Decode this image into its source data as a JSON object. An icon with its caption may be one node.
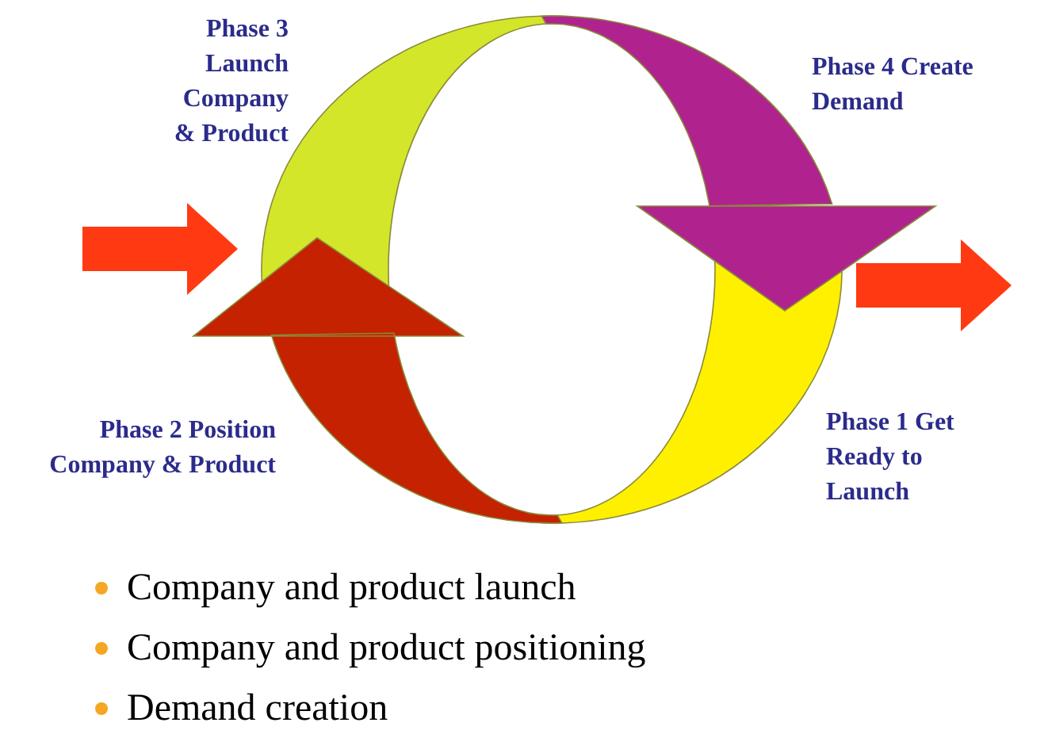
{
  "diagram": {
    "nodes": [
      {
        "text": [
          "Phase 3 Launch Company & Product"
        ]
      },
      {
        "text": [
          "Phase 4 Create Demand"
        ]
      },
      {
        "text": [
          "Phase 2 Position Company & Product"
        ]
      },
      {
        "text": [
          "Phase 1 Get Ready to Launch"
        ]
      }
    ],
    "labels": [
      "Company and product launch",
      "Company and product positioning",
      "Demand creation"
    ]
  }
}
